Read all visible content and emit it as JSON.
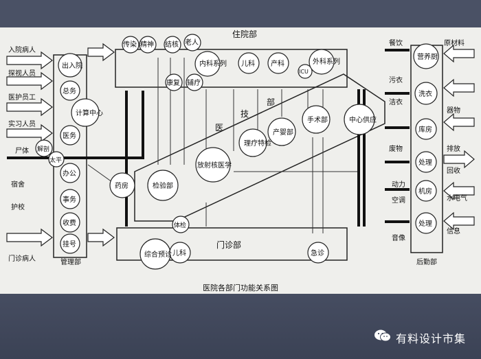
{
  "diagram": {
    "caption": "医院各部门功能关系图",
    "inpatient": {
      "title": "住院部",
      "units": [
        "传染",
        "精神",
        "结核",
        "老人",
        "内科系列",
        "儿科",
        "产科",
        "ICU",
        "外科系列"
      ]
    },
    "medtech": {
      "title": "医技部",
      "units": [
        "康复",
        "辅疗",
        "放射核医学",
        "理疗特检",
        "产婴部",
        "手术部",
        "中心供应",
        "检验部",
        "体检"
      ]
    },
    "outpatient": {
      "title": "门诊部",
      "units": [
        "综合预诊",
        "儿科",
        "急诊"
      ]
    },
    "management": {
      "title": "管理部",
      "units": [
        "出入院",
        "总务",
        "计算中心",
        "医务",
        "太平",
        "办公",
        "事务",
        "收费",
        "挂号",
        "药房"
      ]
    },
    "logistics": {
      "title": "后勤部",
      "units": [
        "营养厨",
        "洗衣",
        "库房",
        "处理",
        "机房",
        "处理"
      ]
    },
    "left_inputs": [
      "入院病人",
      "探视人员",
      "医护员工",
      "实习人员",
      "尸体",
      "解剖",
      "宿舍",
      "护校",
      "门诊病人"
    ],
    "right_labels": [
      "餐饮",
      "原材料",
      "污衣",
      "洁衣",
      "器物",
      "废物",
      "排放",
      "回收",
      "动力",
      "空调",
      "水电气",
      "音像",
      "信息"
    ]
  },
  "footer": {
    "watermark": "有料设计市集"
  }
}
